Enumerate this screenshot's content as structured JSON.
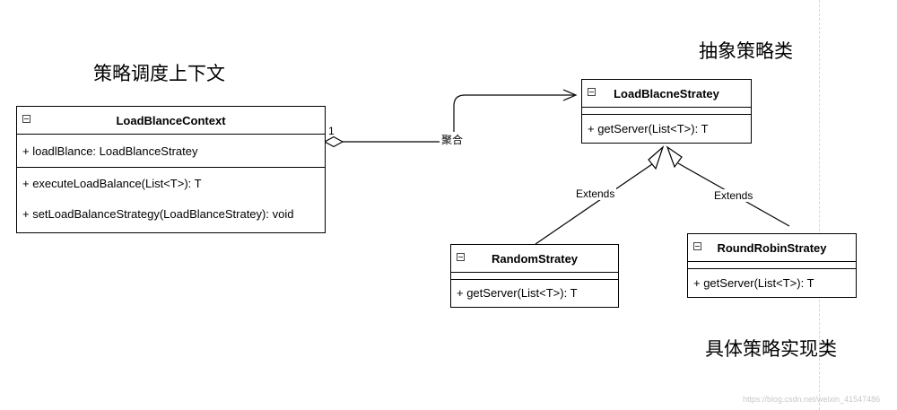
{
  "labels": {
    "context_title": "策略调度上下文",
    "abstract_title": "抽象策略类",
    "concrete_title": "具体策略实现类"
  },
  "context_class": {
    "name": "LoadBlanceContext",
    "attributes": [
      "+ loadlBlance:  LoadBlanceStratey"
    ],
    "methods": [
      "+ executeLoadBalance(List<T>):  T",
      "+ setLoadBalanceStrategy(LoadBlanceStratey): void"
    ]
  },
  "strategy_class": {
    "name": "LoadBlacneStratey",
    "methods": [
      "+ getServer(List<T>):   T"
    ]
  },
  "random_class": {
    "name": "RandomStratey",
    "methods": [
      "+ getServer(List<T>):   T"
    ]
  },
  "roundrobin_class": {
    "name": "RoundRobinStratey",
    "methods": [
      "+ getServer(List<T>):   T"
    ]
  },
  "edges": {
    "aggregation_label": "聚合",
    "aggregation_multiplicity": "1",
    "extends_left": "Extends",
    "extends_right": "Extends"
  },
  "watermark": "https://blog.csdn.net/weixin_41547486"
}
